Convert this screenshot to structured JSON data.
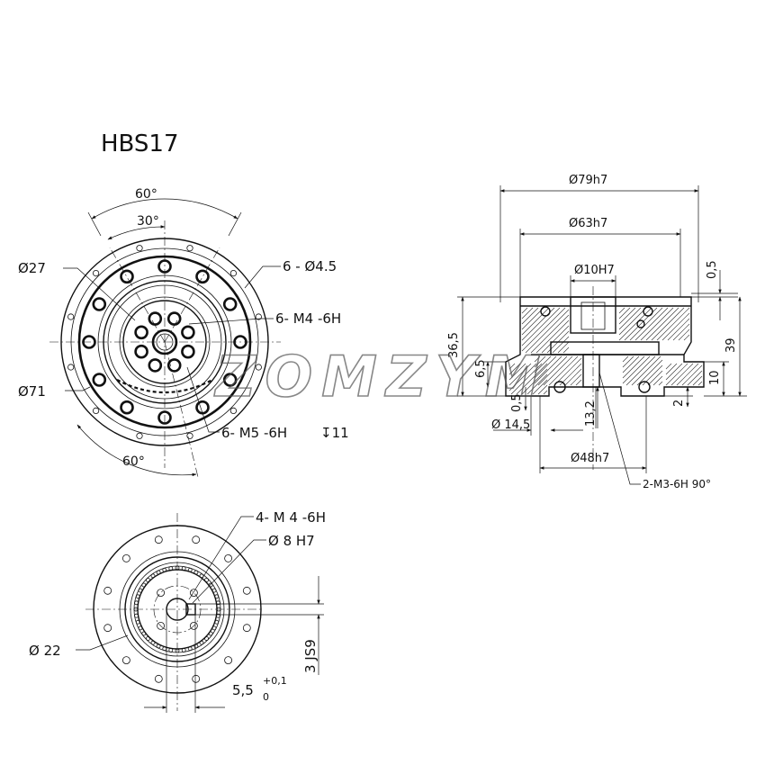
{
  "title": "HBS17",
  "front_view": {
    "angle_top_outer": "60°",
    "angle_top_inner": "30°",
    "angle_bottom": "60°",
    "dia_27": "Ø27",
    "dia_71": "Ø71",
    "holes_4_5": "6 - Ø4.5",
    "thread_m4": "6- M4 -6H",
    "thread_m5": "6- M5 -6H",
    "depth": "↧11"
  },
  "section_view": {
    "dia_79": "Ø79h7",
    "dia_63": "Ø63h7",
    "dia_10": "Ø10H7",
    "dia_14": "Ø  14,5",
    "dia_48": "Ø48h7",
    "len_36": "36,5",
    "len_6": "6,5",
    "len_05_left": "0,5",
    "len_05_top": "0,5",
    "len_39": "39",
    "len_10": "10",
    "len_2": "2",
    "len_13": "13,2",
    "thread_m3": "2-M3-6H 90°"
  },
  "rear_view": {
    "thread_m4": "4-  M  4  -6H",
    "dia_8": "Ø  8  H7",
    "dia_22": "Ø  22",
    "keyway": "3 JS9",
    "key_depth": "5,5",
    "tol_upper": "+0,1",
    "tol_lower": "0"
  },
  "watermark": "ZOMZYM"
}
